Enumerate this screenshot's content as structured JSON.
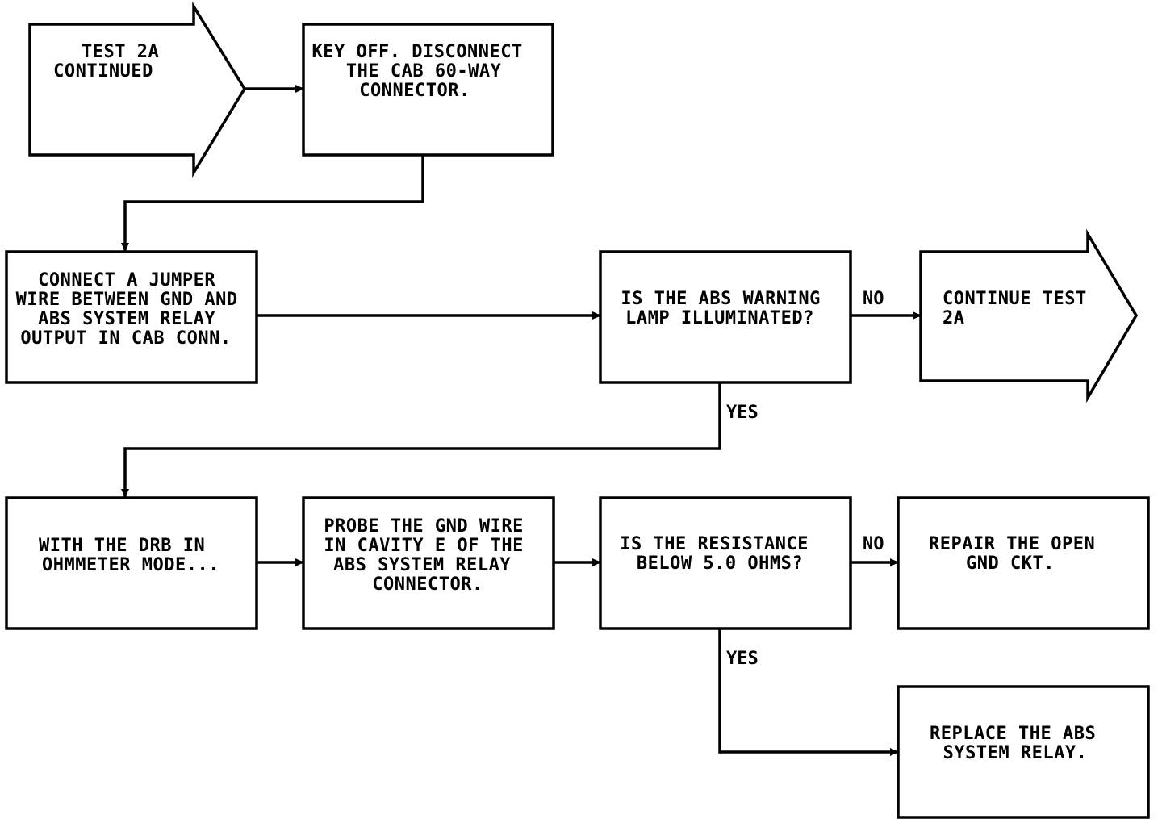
{
  "nodes": {
    "start": {
      "lines": [
        "TEST 2A",
        "CONTINUED"
      ]
    },
    "key_off": {
      "lines": [
        "KEY OFF. DISCONNECT",
        "THE CAB 60-WAY",
        "CONNECTOR."
      ]
    },
    "connect_jumper": {
      "lines": [
        "CONNECT A JUMPER",
        "WIRE BETWEEN GND AND",
        "ABS SYSTEM RELAY",
        "OUTPUT IN CAB CONN."
      ]
    },
    "lamp_question": {
      "lines": [
        "IS THE ABS WARNING",
        "LAMP ILLUMINATED?"
      ]
    },
    "continue_test": {
      "lines": [
        "CONTINUE TEST",
        "2A"
      ]
    },
    "ohmmeter": {
      "lines": [
        "WITH THE DRB IN",
        "OHMMETER MODE..."
      ]
    },
    "probe": {
      "lines": [
        "PROBE THE GND WIRE",
        "IN CAVITY E OF THE",
        "ABS SYSTEM RELAY",
        "CONNECTOR."
      ]
    },
    "resistance_question": {
      "lines": [
        "IS THE RESISTANCE",
        "BELOW 5.0 OHMS?"
      ]
    },
    "repair": {
      "lines": [
        "REPAIR THE OPEN",
        "GND CKT."
      ]
    },
    "replace": {
      "lines": [
        "REPLACE THE ABS",
        "SYSTEM RELAY."
      ]
    }
  },
  "edge_labels": {
    "lamp_no": "NO",
    "lamp_yes": "YES",
    "resistance_no": "NO",
    "resistance_yes": "YES"
  }
}
